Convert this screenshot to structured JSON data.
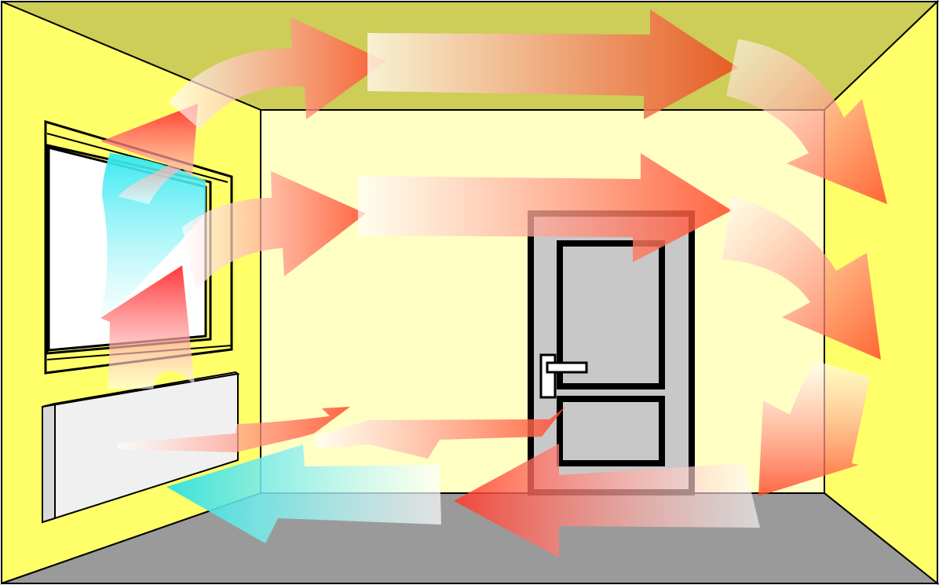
{
  "colors": {
    "ceiling": "#cdcd57",
    "side_wall": "#ffff6a",
    "back_wall": "#ffffc4",
    "floor": "#9a9a9a",
    "outline": "#000000",
    "door_fill": "#c8c8c8",
    "window_glass": "#ffffff",
    "radiator": "#e8e8e8",
    "warm_arrow": "#ff5a3c",
    "warm_arrow_dark": "#e84a1e",
    "cold_arrow": "#3ee6e6",
    "arrow_fade": "#ffffff"
  },
  "elements": {
    "room": "room",
    "window": "window",
    "radiator": "radiator",
    "door": "door"
  },
  "airflow": {
    "warm_arrow_count": 13,
    "cold_arrow_count": 2
  }
}
